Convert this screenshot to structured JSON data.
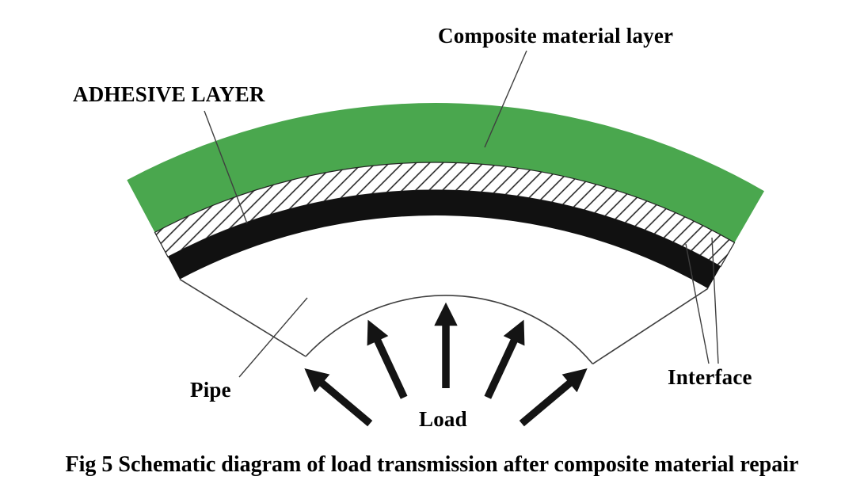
{
  "figure": {
    "caption": "Fig 5 Schematic diagram of load transmission after composite material repair",
    "labels": {
      "composite_layer": "Composite material layer",
      "adhesive_layer": "ADHESIVE LAYER",
      "pipe": "Pipe",
      "load": "Load",
      "interface": "Interface"
    },
    "colors": {
      "composite_layer_fill": "#4aa74e",
      "pipe_band_fill": "#111111",
      "arrow": "#141414",
      "line": "#3f3f3f",
      "background": "#ffffff"
    }
  }
}
